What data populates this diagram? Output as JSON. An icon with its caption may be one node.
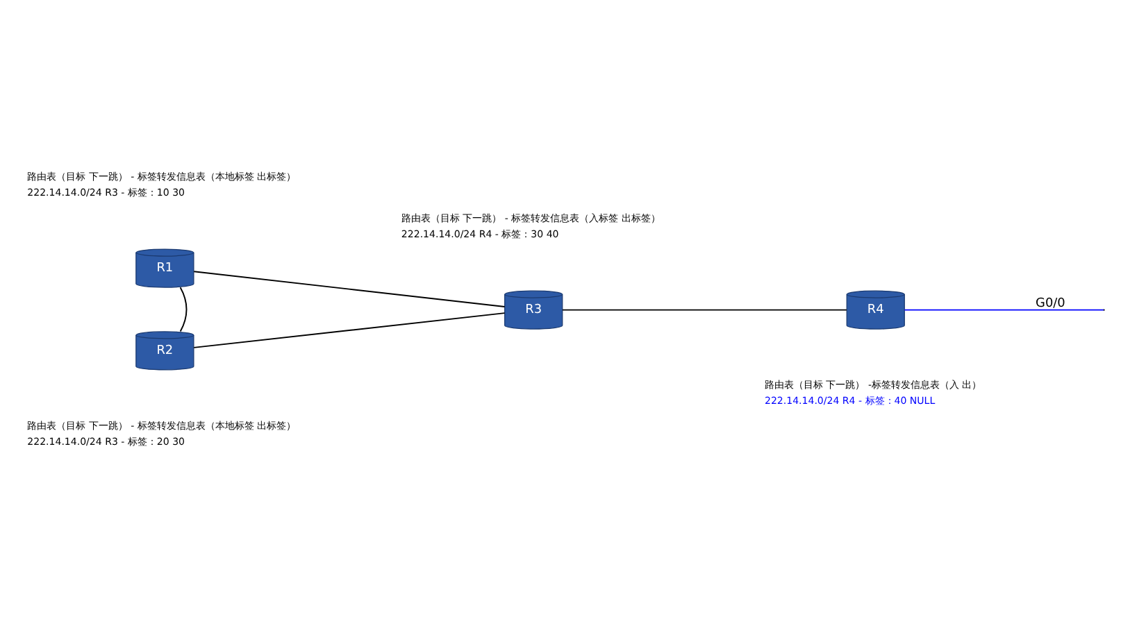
{
  "diagram": {
    "nodes": [
      {
        "text": [
          "R1"
        ],
        "beside": [
          "路由表（目标 下一跳） - 标签转发信息表（本地标签 出标签）",
          "222.14.14.0/24 R3 - 标签：10 30"
        ]
      },
      {
        "text": [
          "R2"
        ],
        "beside": [
          "路由表（目标 下一跳） - 标签转发信息表（本地标签 出标签）",
          "222.14.14.0/24 R3 - 标签：20 30"
        ]
      },
      {
        "text": [
          "R3"
        ],
        "beside": [
          "路由表（目标 下一跳） - 标签转发信息表（入标签 出标签）",
          "222.14.14.0/24 R4 - 标签：30 40"
        ]
      },
      {
        "text": [
          "R4"
        ],
        "beside": [
          "路由表（目标 下一跳） -标签转发信息表（入 出）",
          "222.14.14.0/24 R4 - 标签：40 NULL"
        ]
      }
    ],
    "edges": [
      {
        "from": 0,
        "to": 2,
        "arrow": "none"
      },
      {
        "from": 0,
        "to": 1,
        "arrow": "none"
      },
      {
        "from": 1,
        "to": 2,
        "arrow": "none"
      },
      {
        "from": 2,
        "to": 3,
        "arrow": "none"
      },
      {
        "from": 3,
        "to": null,
        "arrow": "none",
        "label": "G0/0",
        "color": "#0000ff"
      }
    ]
  }
}
